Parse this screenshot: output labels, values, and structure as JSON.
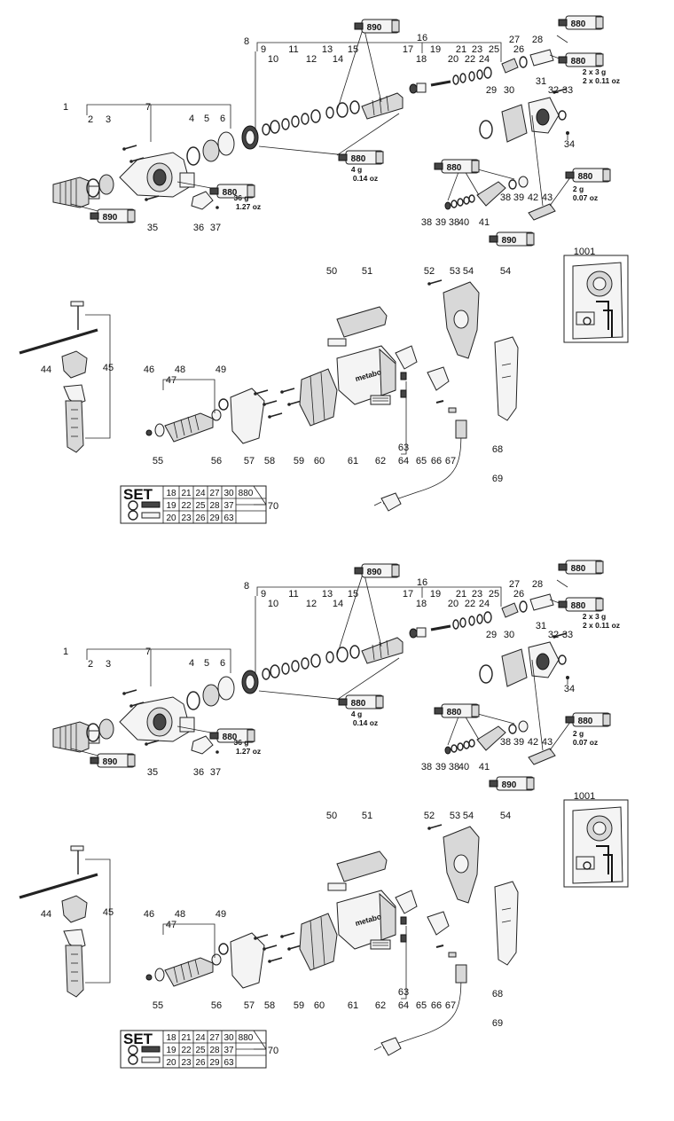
{
  "callouts": [
    "1",
    "2",
    "3",
    "4",
    "5",
    "6",
    "7",
    "8",
    "9",
    "10",
    "11",
    "12",
    "13",
    "14",
    "15",
    "16",
    "17",
    "18",
    "19",
    "20",
    "21",
    "22",
    "23",
    "24",
    "25",
    "26",
    "27",
    "28",
    "29",
    "30",
    "31",
    "32",
    "33",
    "34",
    "35",
    "36",
    "37",
    "38",
    "39",
    "40",
    "41",
    "42",
    "43",
    "44",
    "45",
    "46",
    "47",
    "48",
    "49",
    "50",
    "51",
    "52",
    "53",
    "54",
    "56",
    "57",
    "58",
    "59",
    "60",
    "61",
    "62",
    "63",
    "64",
    "65",
    "66",
    "67",
    "68",
    "69",
    "70",
    "1001"
  ],
  "lubricant_tubes": {
    "code_890": "890",
    "code_880": "880"
  },
  "quantities": {
    "q1_g": "4 g",
    "q1_oz": "0.14 oz",
    "q2_g": "36 g",
    "q2_oz": "1.27 oz",
    "q3_g": "2 x 3 g",
    "q3_oz": "2 x 0.11 oz",
    "q4_g": "2 g",
    "q4_oz": "0.07 oz"
  },
  "set_table": {
    "title": "SET",
    "rows": [
      [
        "18",
        "21",
        "24",
        "27",
        "30",
        "880"
      ],
      [
        "19",
        "22",
        "25",
        "28",
        "37",
        ""
      ],
      [
        "20",
        "23",
        "26",
        "29",
        "63",
        ""
      ]
    ],
    "ref": "70"
  },
  "brand_mark": "metabo",
  "extra_label": "55"
}
